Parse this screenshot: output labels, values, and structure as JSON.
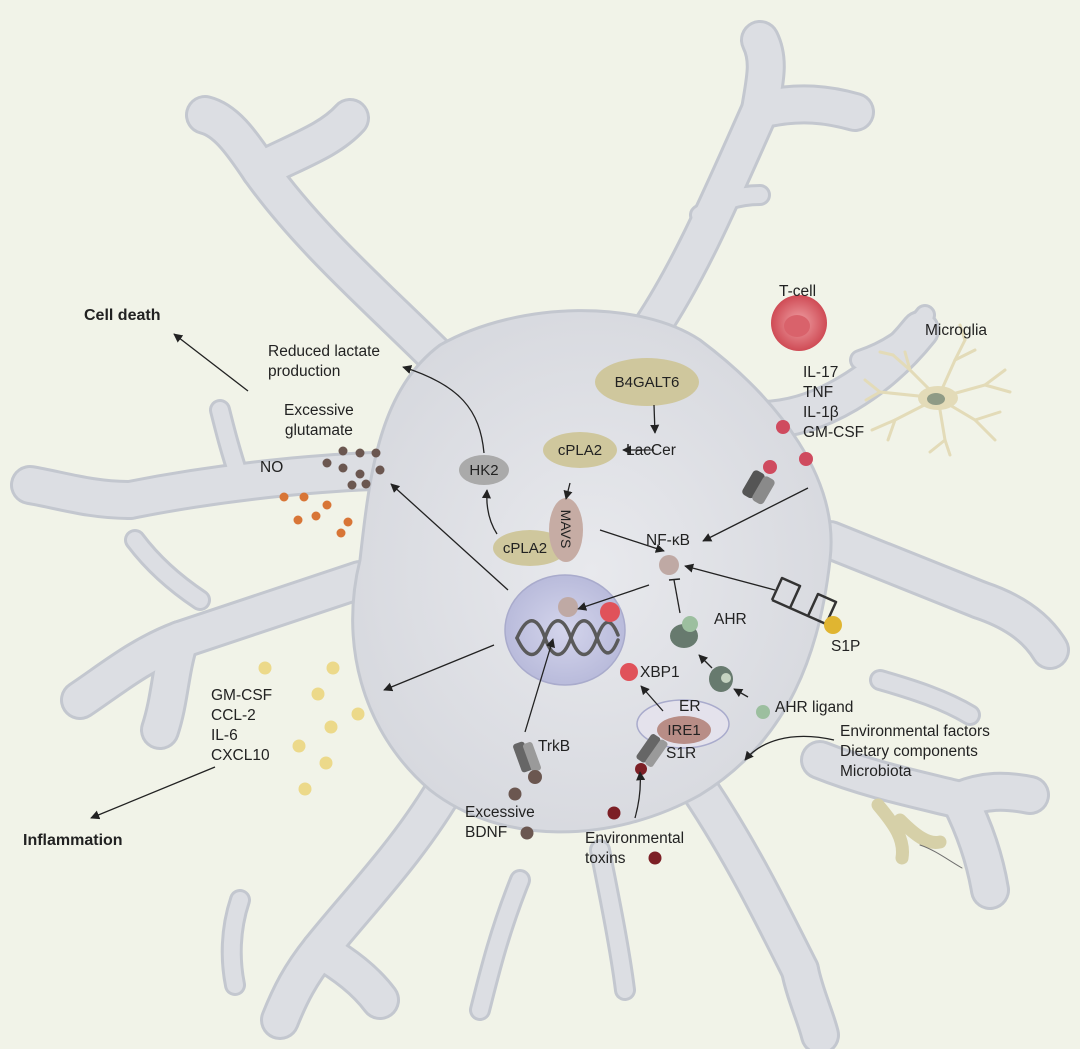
{
  "labels": {
    "cell_death": "Cell death",
    "reduced_lactate": [
      "Reduced lactate",
      "production"
    ],
    "excessive_glutamate": [
      "Excessive",
      "glutamate"
    ],
    "no": "NO",
    "hk2": "HK2",
    "b4galt6": "B4GALT6",
    "laccer": "LacCer",
    "cpla2_top": "cPLA2",
    "cpla2_bottom": "cPLA2",
    "mavs": "MAVS",
    "nfkb": "NF-κB",
    "tcell": "T-cell",
    "microglia": "Microglia",
    "cytokines": [
      "IL-17",
      "TNF",
      "IL-1β",
      "GM-CSF"
    ],
    "ahr": "AHR",
    "s1p": "S1P",
    "xbp1": "XBP1",
    "er": "ER",
    "ire1": "IRE1",
    "s1r": "S1R",
    "ahr_ligand": "AHR ligand",
    "env_factors": [
      "Environmental factors",
      "Dietary components",
      "Microbiota"
    ],
    "secreted": [
      "GM-CSF",
      "CCL-2",
      "IL-6",
      "CXCL10"
    ],
    "inflammation": "Inflammation",
    "trkb": "TrkB",
    "excessive_bdnf": [
      "Excessive",
      "BDNF"
    ],
    "env_toxins": [
      "Environmental",
      "toxins"
    ]
  },
  "colors": {
    "background": "#f1f3e8",
    "cell_body": "#dddfe4",
    "cell_outline": "#c3c7cf",
    "nucleus": "#c6c8e2",
    "protein_pill": "#cfc79d",
    "hk2": "#aaaaaa",
    "nfkb": "#bfa9a4",
    "glutamate_dot": "#6b5750",
    "no_dot": "#d87536",
    "cytokine_dot": "#cf4b5f",
    "secreted_dot": "#ecd98a",
    "ahr_green": "#7f9c83",
    "s1p_dot": "#e0b531",
    "toxin_dot": "#7c1f25",
    "bdnf_dot": "#6b5750",
    "xbp1_dot": "#e0525a",
    "ire1": "#b88d86",
    "er": "#e4e2ec"
  },
  "icons": [
    "gpcr-icon",
    "receptor-icon",
    "dna-icon",
    "microglia-icon",
    "t-cell-icon",
    "bacteria-icon"
  ]
}
